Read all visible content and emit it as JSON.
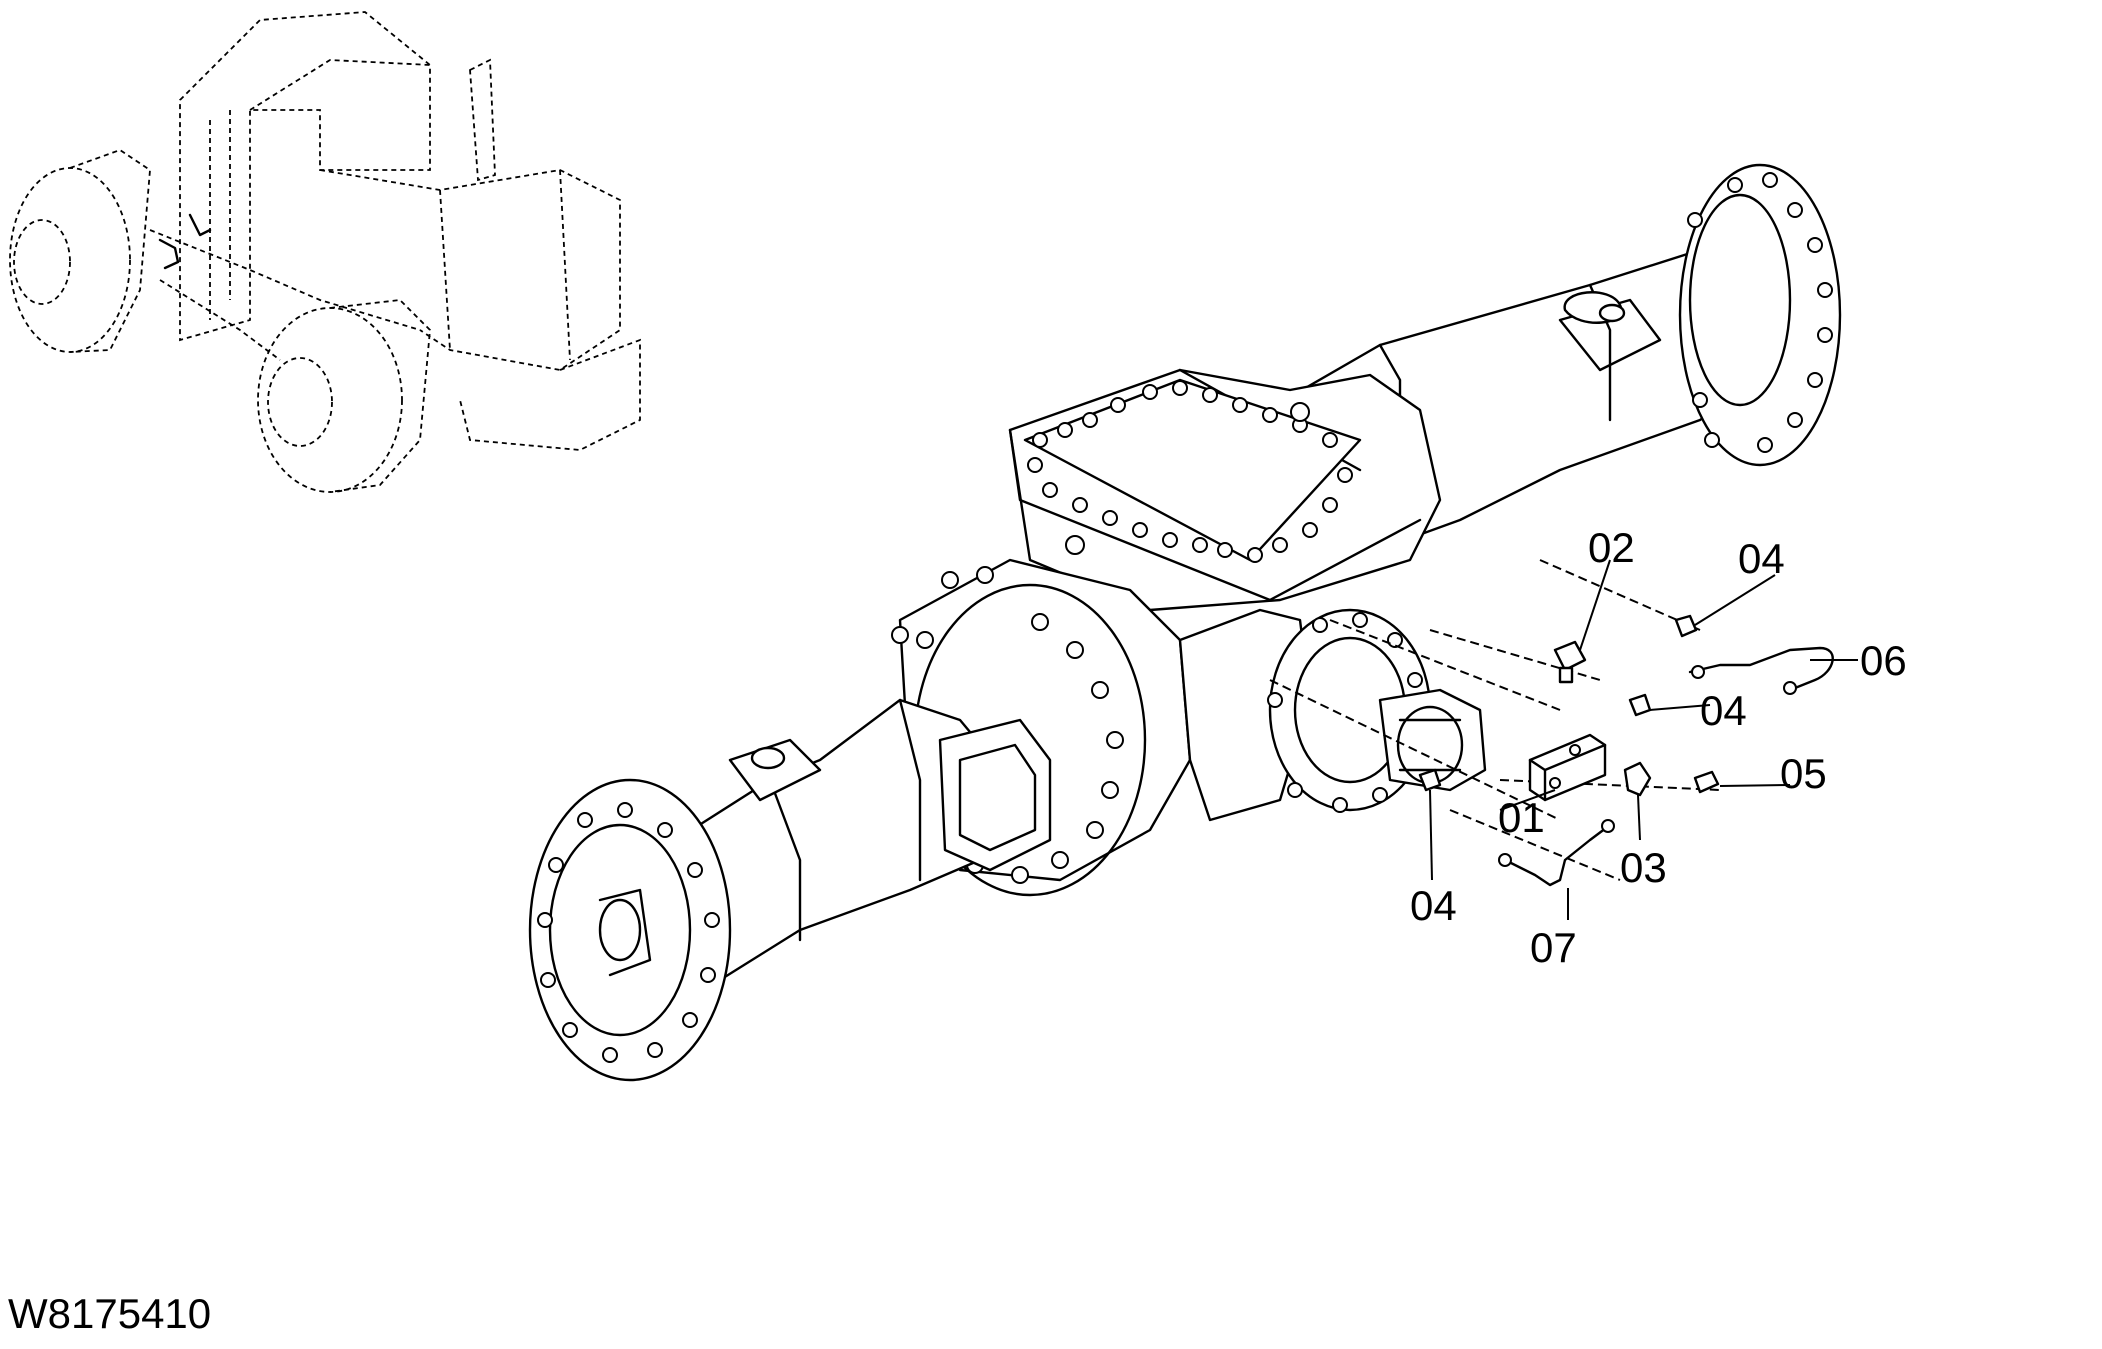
{
  "figure_id": "W8175410",
  "callouts": [
    {
      "id": "c01",
      "label": "01"
    },
    {
      "id": "c02",
      "label": "02"
    },
    {
      "id": "c03",
      "label": "03"
    },
    {
      "id": "c04a",
      "label": "04"
    },
    {
      "id": "c04b",
      "label": "04"
    },
    {
      "id": "c04c",
      "label": "04"
    },
    {
      "id": "c05",
      "label": "05"
    },
    {
      "id": "c06",
      "label": "06"
    },
    {
      "id": "c07",
      "label": "07"
    }
  ]
}
